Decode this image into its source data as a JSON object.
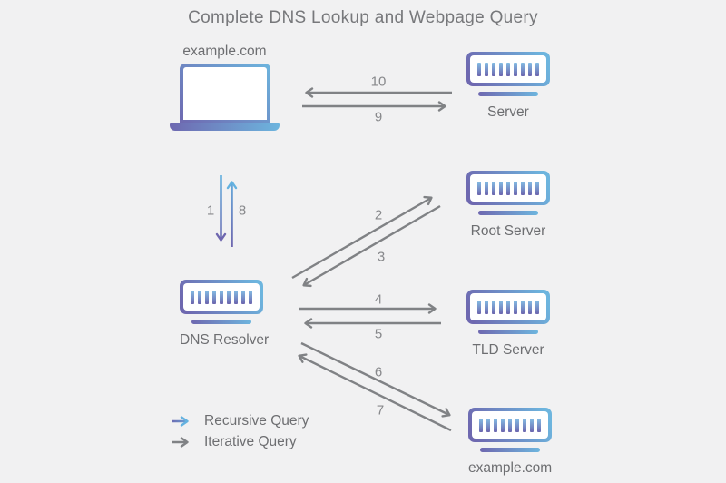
{
  "title": "Complete DNS Lookup and Webpage Query",
  "nodes": {
    "client": {
      "label": "example.com"
    },
    "web_server": {
      "label": "Server"
    },
    "root_server": {
      "label": "Root Server"
    },
    "dns_resolver": {
      "label": "DNS Resolver"
    },
    "tld_server": {
      "label": "TLD Server"
    },
    "authoritative_server": {
      "label": "example.com"
    }
  },
  "steps": {
    "s1": "1",
    "s2": "2",
    "s3": "3",
    "s4": "4",
    "s5": "5",
    "s6": "6",
    "s7": "7",
    "s8": "8",
    "s9": "9",
    "s10": "10"
  },
  "legend": {
    "recursive": "Recursive Query",
    "iterative": "Iterative Query"
  },
  "colors": {
    "gradient_purple": "#6E68B0",
    "gradient_blue": "#6DB5DE",
    "arrow_gray": "#808285",
    "step_label_gray": "#87888B",
    "text_gray": "#6D6E71",
    "background": "#F1F1F2"
  }
}
